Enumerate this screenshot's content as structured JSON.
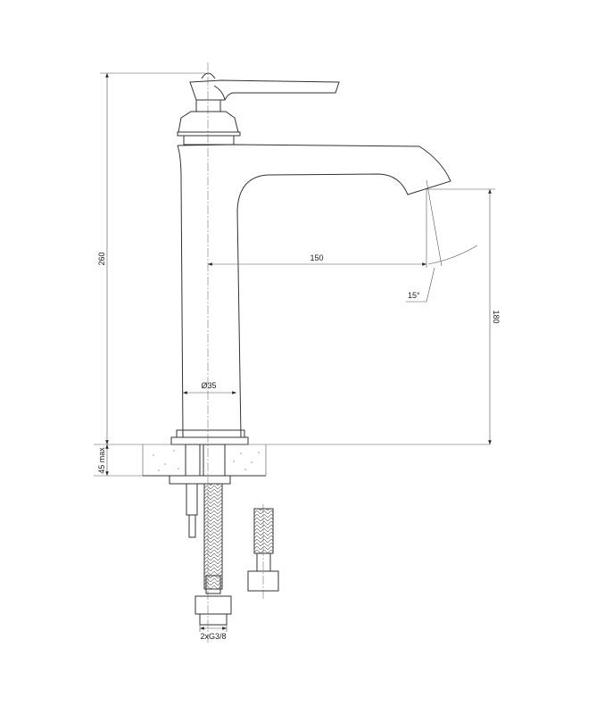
{
  "dimensions": {
    "total_height": "260",
    "spout_reach": "150",
    "spout_angle": "15°",
    "spout_height": "180",
    "body_diameter": "Ø35",
    "counter_thickness": "45 max",
    "connections": "2xG3/8"
  }
}
